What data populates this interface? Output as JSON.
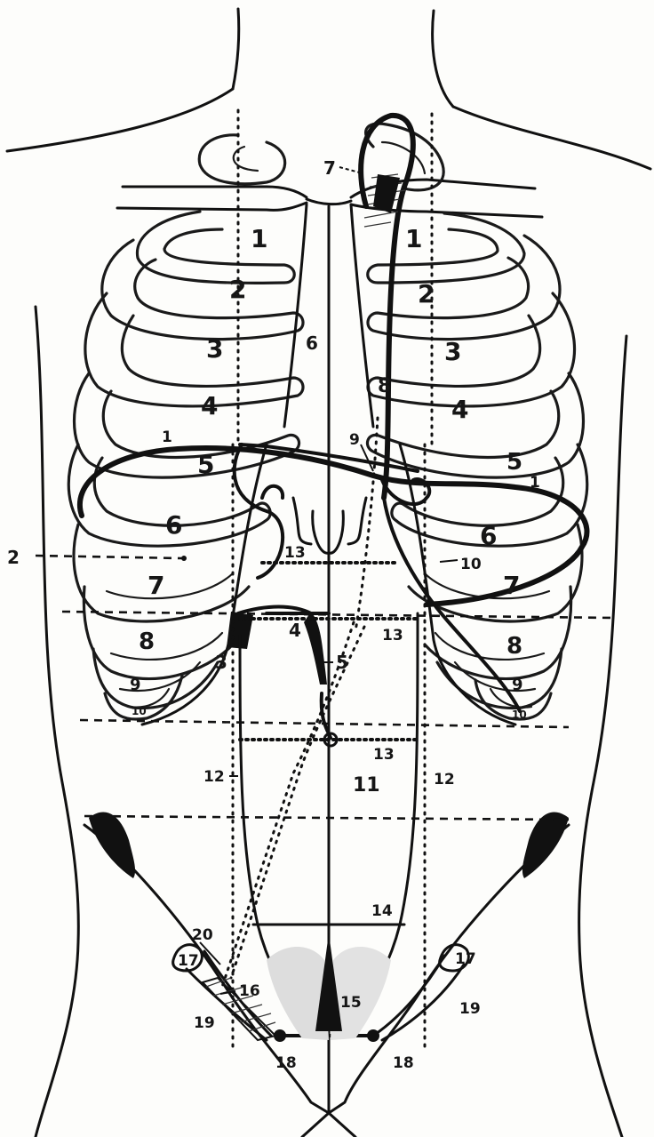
{
  "figure": {
    "labels": {
      "rib_r1": "1",
      "rib_r2": "2",
      "rib_r3": "3",
      "rib_r4": "4",
      "rib_r5": "5",
      "rib_r6": "6",
      "rib_r7": "7",
      "rib_r8": "8",
      "rib_r9": "9",
      "rib_r10": "10",
      "rib_l1": "1",
      "rib_l2": "2",
      "rib_l3": "3",
      "rib_l4": "4",
      "rib_l5": "5",
      "rib_l6": "6",
      "rib_l7": "7",
      "rib_l8": "8",
      "rib_l9": "9",
      "rib_l10": "10",
      "n1_right": "1",
      "n1_left": "1",
      "n2": "2",
      "n3": "3",
      "n4": "4",
      "n5": "5",
      "n6": "6",
      "n7": "7",
      "n8": "8",
      "n9": "9",
      "n10": "10",
      "n11": "11",
      "n12_right": "12",
      "n12_left": "12",
      "n13_a": "13",
      "n13_b": "13",
      "n13_c": "13",
      "n14": "14",
      "n15": "15",
      "n16": "16",
      "n17_right": "17",
      "n17_left": "17",
      "n18_right": "18",
      "n18_left": "18",
      "n19_right": "19",
      "n19_left": "19",
      "n20": "20"
    }
  }
}
